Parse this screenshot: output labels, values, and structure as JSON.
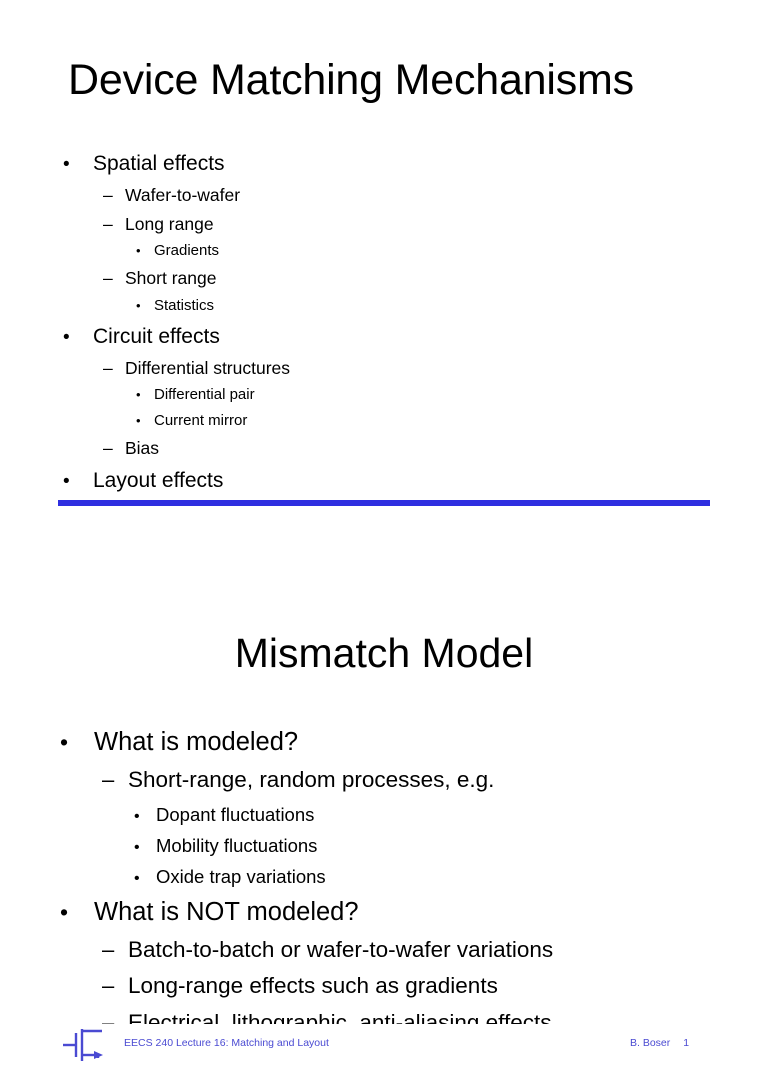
{
  "document": {
    "type": "lecture-slides",
    "background_color": "#ffffff",
    "accent_color": "#2f2fe0",
    "footer_text_color": "#4a4ad2"
  },
  "slide1": {
    "title": "Device Matching Mechanisms",
    "bullets": [
      {
        "level": 1,
        "marker": "•",
        "text": "Spatial effects"
      },
      {
        "level": 2,
        "marker": "–",
        "text": "Wafer-to-wafer"
      },
      {
        "level": 2,
        "marker": "–",
        "text": "Long range"
      },
      {
        "level": 3,
        "marker": "•",
        "text": "Gradients"
      },
      {
        "level": 2,
        "marker": "–",
        "text": "Short range"
      },
      {
        "level": 3,
        "marker": "•",
        "text": "Statistics"
      },
      {
        "level": 1,
        "marker": "•",
        "text": "Circuit effects"
      },
      {
        "level": 2,
        "marker": "–",
        "text": "Differential structures"
      },
      {
        "level": 3,
        "marker": "•",
        "text": "Differential pair"
      },
      {
        "level": 3,
        "marker": "•",
        "text": "Current mirror"
      },
      {
        "level": 2,
        "marker": "–",
        "text": "Bias"
      },
      {
        "level": 1,
        "marker": "•",
        "text": "Layout effects"
      }
    ],
    "footer": {
      "course": "EECS 240 Lecture 16:  Matching and Layout",
      "author": "B. Boser",
      "page_number": "1",
      "logo_name": "mosfet-transistor-logo"
    }
  },
  "slide2": {
    "title": "Mismatch Model",
    "bullets": [
      {
        "level": 1,
        "marker": "•",
        "text": "What is modeled?"
      },
      {
        "level": 2,
        "marker": "–",
        "text": "Short-range, random processes, e.g."
      },
      {
        "level": 3,
        "marker": "•",
        "text": "Dopant fluctuations"
      },
      {
        "level": 3,
        "marker": "•",
        "text": "Mobility fluctuations"
      },
      {
        "level": 3,
        "marker": "•",
        "text": "Oxide trap variations"
      },
      {
        "level": 1,
        "marker": "•",
        "text": "What is NOT modeled?"
      },
      {
        "level": 2,
        "marker": "–",
        "text": "Batch-to-batch or wafer-to-wafer variations"
      },
      {
        "level": 2,
        "marker": "–",
        "text": "Long-range effects such as gradients"
      },
      {
        "level": 2,
        "marker": "–",
        "text": "Electrical, lithographic, anti-aliasing effects"
      }
    ]
  }
}
